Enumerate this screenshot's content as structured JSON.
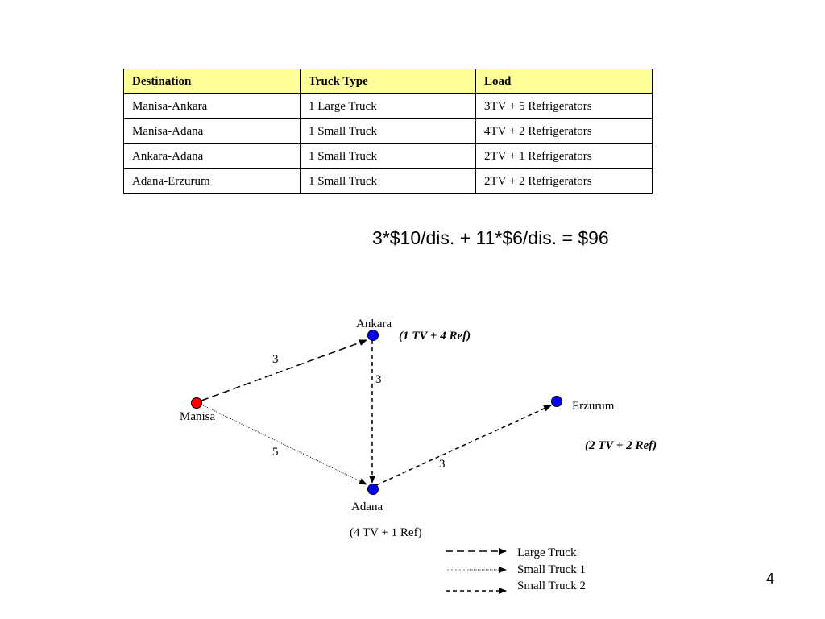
{
  "table": {
    "headers": [
      "Destination",
      "Truck Type",
      "Load"
    ],
    "rows": [
      [
        "Manisa-Ankara",
        "1 Large Truck",
        "3TV + 5 Refrigerators"
      ],
      [
        "Manisa-Adana",
        "1 Small Truck",
        "4TV + 2 Refrigerators"
      ],
      [
        "Ankara-Adana",
        "1 Small Truck",
        "2TV + 1 Refrigerators"
      ],
      [
        "Adana-Erzurum",
        "1 Small Truck",
        "2TV + 2 Refrigerators"
      ]
    ],
    "header_color": "#ffff99"
  },
  "formula": "3*$10/dis. + 11*$6/dis. = $96",
  "network": {
    "nodes": [
      {
        "id": "manisa",
        "label": "Manisa",
        "color": "#ff0000"
      },
      {
        "id": "ankara",
        "label": "Ankara",
        "color": "#0000ff"
      },
      {
        "id": "adana",
        "label": "Adana",
        "color": "#0000ff"
      },
      {
        "id": "erzurum",
        "label": "Erzurum",
        "color": "#0000ff"
      }
    ],
    "edges": [
      {
        "from": "manisa",
        "to": "ankara",
        "distance": "3",
        "truck": "Large Truck"
      },
      {
        "from": "manisa",
        "to": "adana",
        "distance": "5",
        "truck": "Small Truck 1"
      },
      {
        "from": "ankara",
        "to": "adana",
        "distance": "3",
        "truck": "Small Truck 2"
      },
      {
        "from": "adana",
        "to": "erzurum",
        "distance": "3",
        "truck": "Small Truck 2"
      }
    ],
    "loads": {
      "ankara": "(1 TV + 4 Ref)",
      "erzurum": "(2 TV + 2 Ref)",
      "adana": "(4 TV + 1 Ref)"
    }
  },
  "legend": [
    "Large Truck",
    "Small Truck 1",
    "Small Truck 2"
  ],
  "page_number": "4"
}
